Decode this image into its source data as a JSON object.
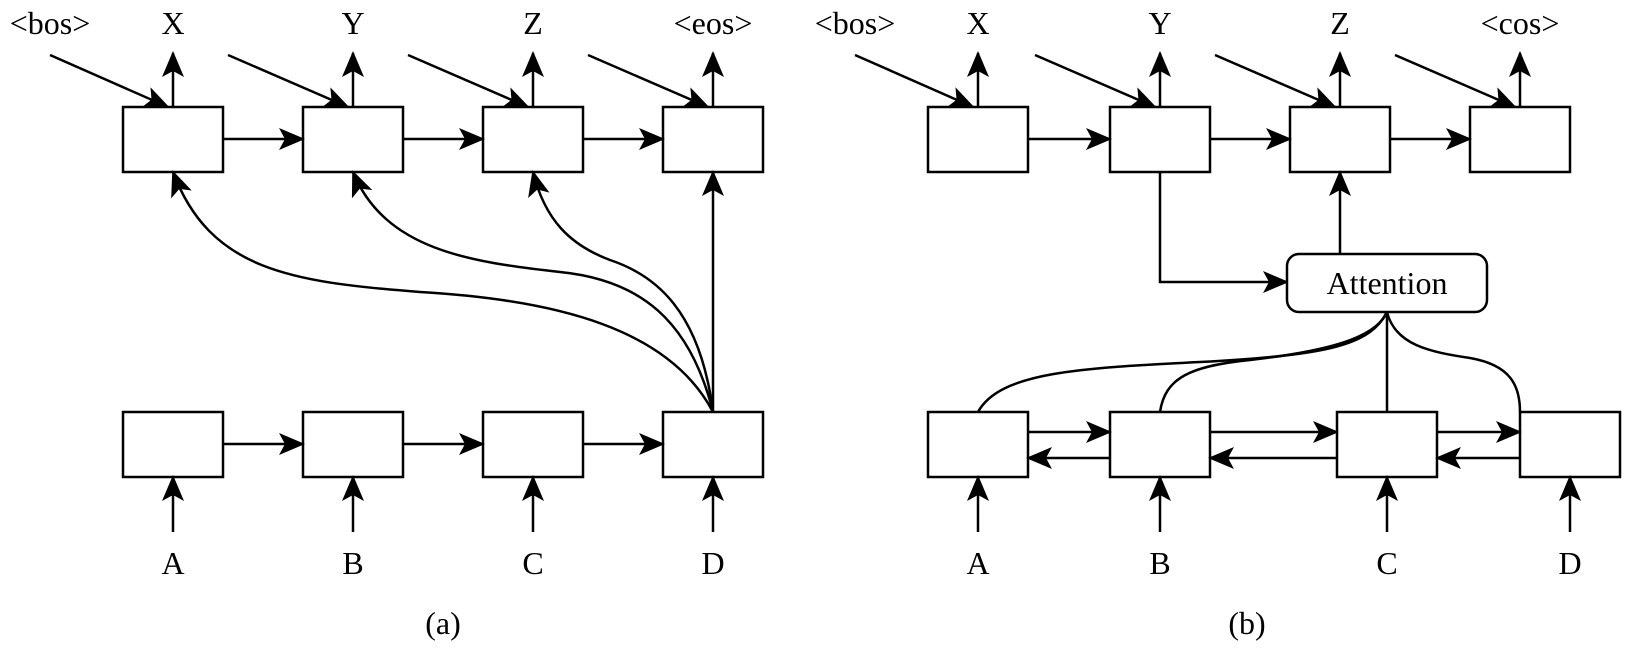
{
  "diagram_a": {
    "caption": "(a)",
    "decoder_tokens": [
      "<bos>",
      "X",
      "Y",
      "Z",
      "<eos>"
    ],
    "encoder_inputs": [
      "A",
      "B",
      "C",
      "D"
    ]
  },
  "diagram_b": {
    "caption": "(b)",
    "decoder_tokens": [
      "<bos>",
      "X",
      "Y",
      "Z",
      "<cos>"
    ],
    "encoder_inputs": [
      "A",
      "B",
      "C",
      "D"
    ],
    "attention_label": "Attention"
  }
}
